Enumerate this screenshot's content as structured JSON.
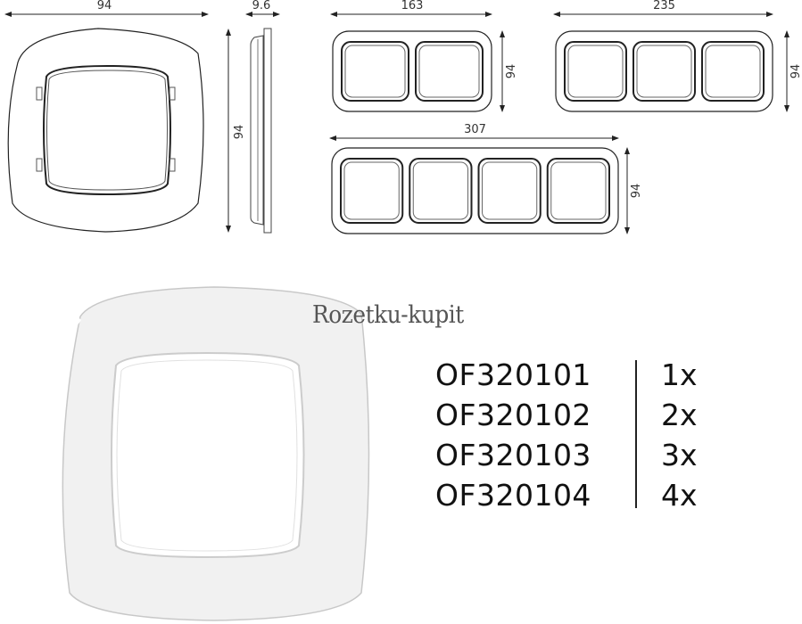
{
  "drawings": {
    "single_frame": {
      "width_label": "94",
      "height_label": "94",
      "depth_label": "9.6"
    },
    "gang_frames": [
      {
        "gangs": 2,
        "width_label": "163",
        "height_label": "94"
      },
      {
        "gangs": 3,
        "width_label": "235",
        "height_label": "94"
      },
      {
        "gangs": 4,
        "width_label": "307",
        "height_label": "94"
      }
    ]
  },
  "watermark": "Rozetku-kupit",
  "products": [
    {
      "code": "OF320101",
      "count": "1x"
    },
    {
      "code": "OF320102",
      "count": "2x"
    },
    {
      "code": "OF320103",
      "count": "3x"
    },
    {
      "code": "OF320104",
      "count": "4x"
    }
  ],
  "colors": {
    "line": "#222222",
    "frame_fill": "#f2f2f2"
  }
}
